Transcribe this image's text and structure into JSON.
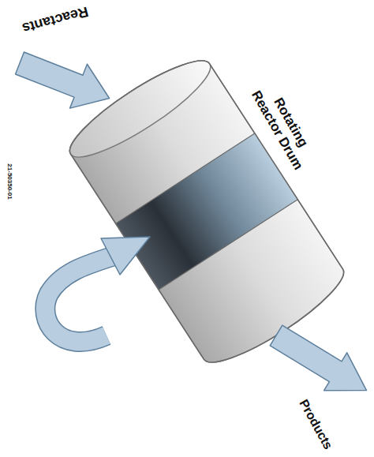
{
  "diagram": {
    "labels": [
      "Reactants",
      "Rotating Reactor Drum",
      "21-50350-01",
      "Products"
    ]
  }
}
